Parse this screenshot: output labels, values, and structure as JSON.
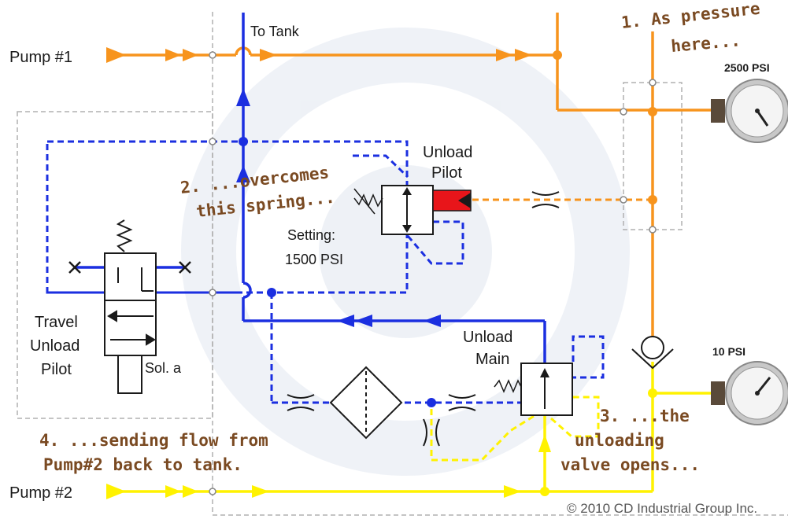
{
  "labels": {
    "pump1": "Pump #1",
    "pump2": "Pump #2",
    "to_tank": "To Tank",
    "unload_pilot_1": "Unload",
    "unload_pilot_2": "Pilot",
    "setting_1": "Setting:",
    "setting_2": "1500 PSI",
    "travel_1": "Travel",
    "travel_2": "Unload",
    "travel_3": "Pilot",
    "sol_a": "Sol. a",
    "unload_main_1": "Unload",
    "unload_main_2": "Main",
    "gauge_high": "2500 PSI",
    "gauge_low": "10 PSI",
    "copyright": "© 2010 CD Industrial Group Inc."
  },
  "notes": {
    "n1_line1": "1. As pressure",
    "n1_line2": "here...",
    "n2_line1": "2. ...overcomes",
    "n2_line2": "this spring...",
    "n3_line1": "3. ...the",
    "n3_line2": "unloading",
    "n3_line3": "valve opens...",
    "n4_line1": "4. ...sending flow from",
    "n4_line2": "Pump#2 back to tank."
  },
  "colors": {
    "pump1_line": "#f7941d",
    "pump2_line": "#fff200",
    "tank_line": "#1b2fe0",
    "pilot_red": "#e8151a",
    "note_brown": "#7a4a22"
  }
}
